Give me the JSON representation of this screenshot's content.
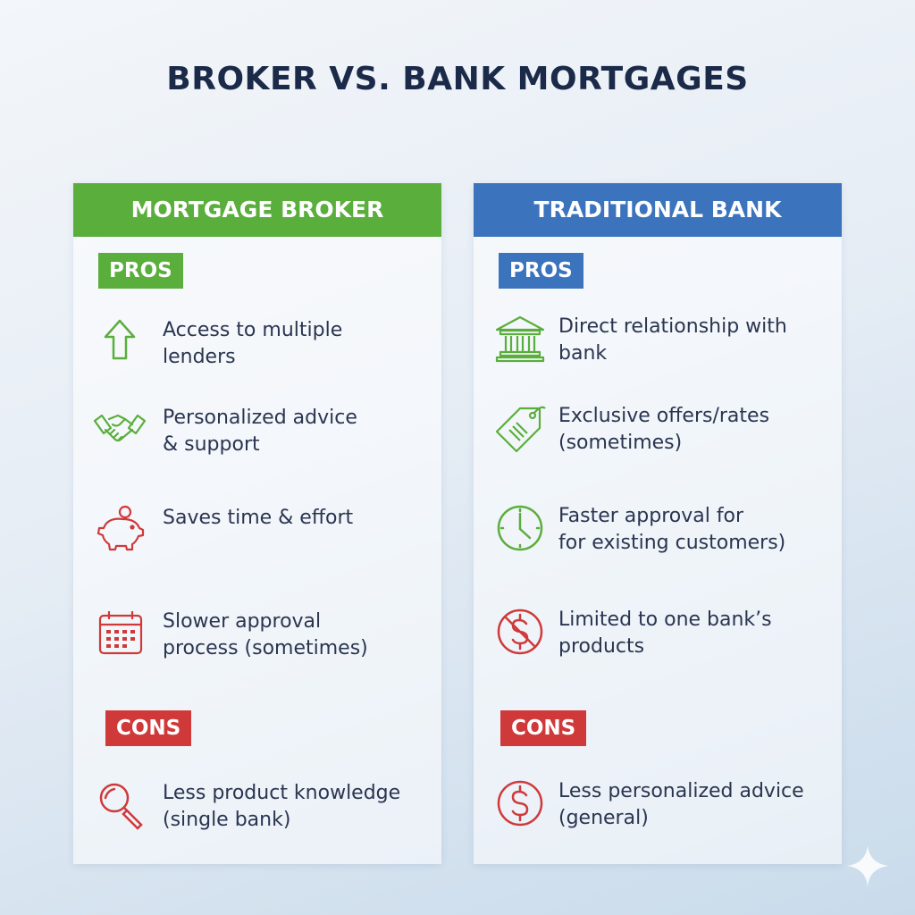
{
  "title": "BROKER VS. BANK MORTGAGES",
  "colors": {
    "green": "#5aae3c",
    "blue": "#3b73bd",
    "red": "#d0393a",
    "title": "#1b2a49"
  },
  "broker": {
    "header": "MORTGAGE BROKER",
    "pros_label": "PROS",
    "cons_label": "CONS",
    "items": [
      {
        "icon": "arrow-up-icon",
        "line1": "Access to multiple",
        "line2": "lenders"
      },
      {
        "icon": "handshake-icon",
        "line1": "Personalized advice",
        "line2": "& support"
      },
      {
        "icon": "piggy-bank-icon",
        "line1": "Saves time & effort",
        "line2": ""
      },
      {
        "icon": "calendar-icon",
        "line1": "Slower approval",
        "line2": "process (sometimes)"
      },
      {
        "icon": "magnifier-icon",
        "line1": "Less product knowledge",
        "line2": "(single bank)"
      }
    ]
  },
  "bank": {
    "header": "TRADITIONAL BANK",
    "pros_label": "PROS",
    "cons_label": "CONS",
    "items": [
      {
        "icon": "bank-building-icon",
        "line1": "Direct relationship with",
        "line2": "bank"
      },
      {
        "icon": "price-tag-icon",
        "line1": "Exclusive offers/rates",
        "line2": "(sometimes)"
      },
      {
        "icon": "clock-icon",
        "line1": "Faster approval for",
        "line2": "for existing customers)"
      },
      {
        "icon": "no-dollar-icon",
        "line1": "Limited to one bank’s",
        "line2": "products"
      },
      {
        "icon": "dollar-circle-icon",
        "line1": "Less personalized advice",
        "line2": "(general)"
      }
    ]
  }
}
